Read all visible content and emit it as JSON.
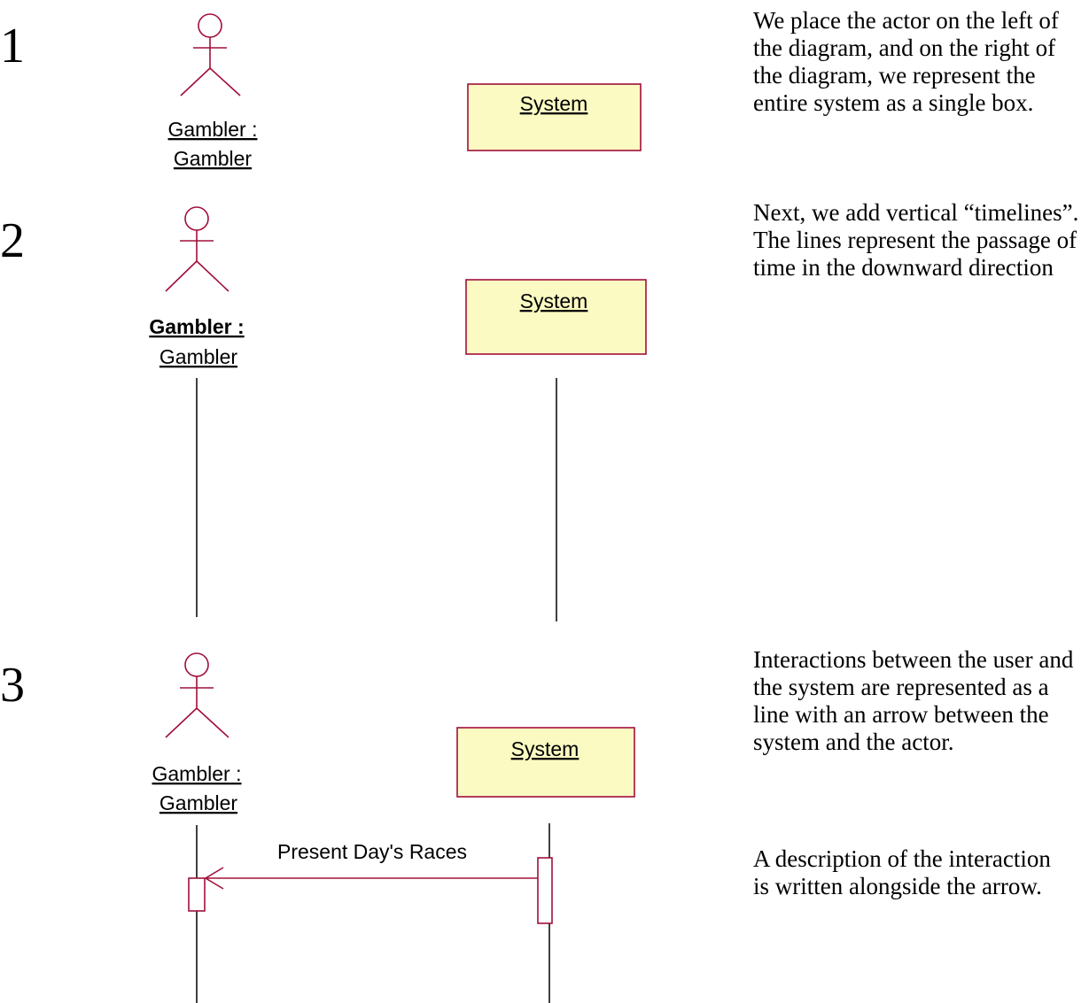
{
  "steps": [
    {
      "number": "1",
      "actor": {
        "line1": "Gambler :",
        "line2": "Gambler"
      },
      "system": "System",
      "description": [
        "We place the actor on the left of the diagram, and on the right of the diagram, we represent the entire system as a single box."
      ]
    },
    {
      "number": "2",
      "actor": {
        "line1": "Gambler :",
        "line2": "Gambler"
      },
      "system": "System",
      "description": [
        "Next, we add vertical “timelines”. The lines represent the passage of time in the downward direction"
      ]
    },
    {
      "number": "3",
      "actor": {
        "line1": "Gambler :",
        "line2": "Gambler"
      },
      "system": "System",
      "message": "Present Day's Races",
      "description": [
        "Interactions between the user and the system are represented as a line with an arrow between the system and the actor.",
        "A description of the interaction is written alongside the arrow."
      ]
    }
  ],
  "colors": {
    "uml_stroke": "#a0103a",
    "system_fill": "#fbfac2",
    "text": "#000000"
  }
}
